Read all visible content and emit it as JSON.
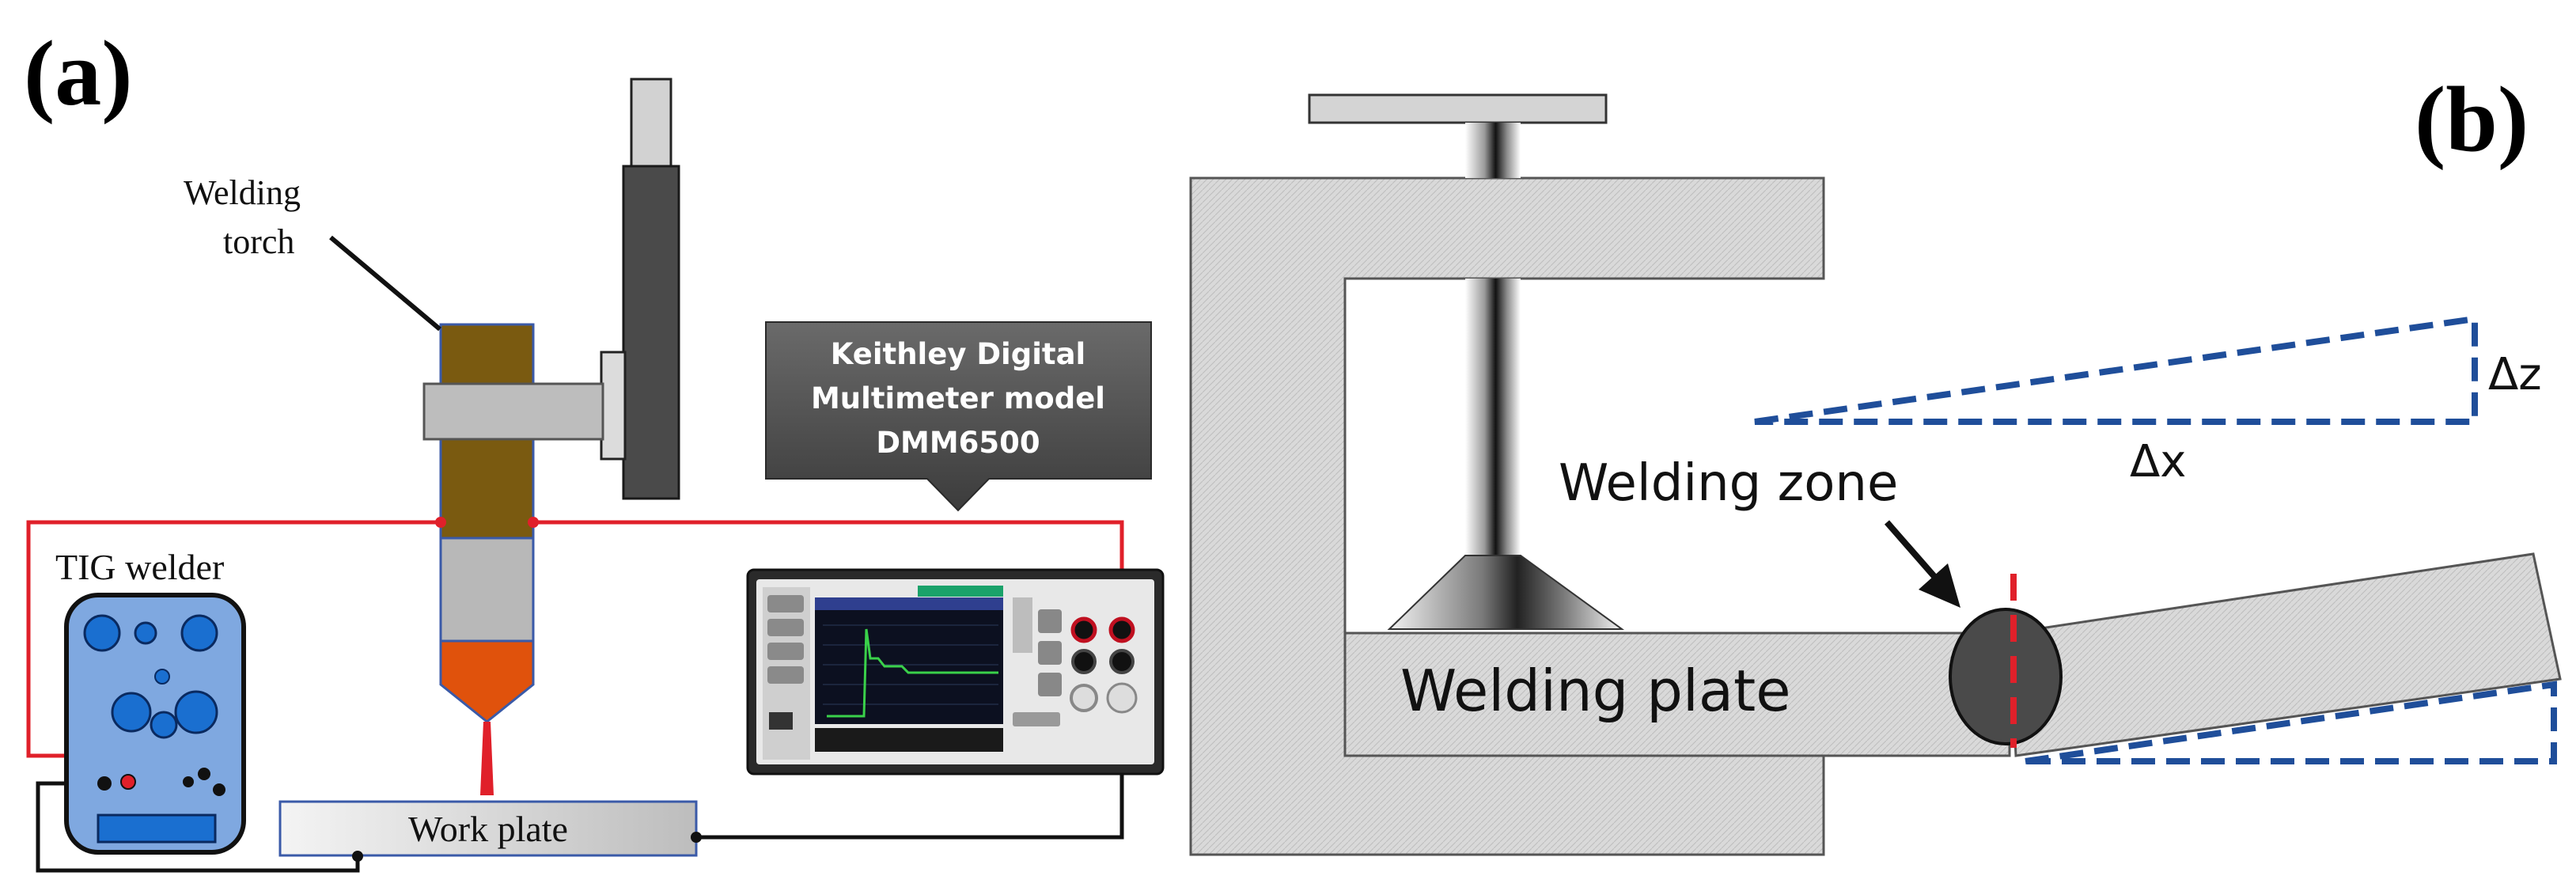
{
  "panel_a": {
    "label": "(a)",
    "torch_label_line1": "Welding",
    "torch_label_line2": "torch",
    "tig_label": "TIG welder",
    "work_plate_label": "Work plate",
    "callout_line1": "Keithley Digital",
    "callout_line2": "Multimeter model",
    "callout_line3": "DMM6500"
  },
  "panel_b": {
    "label": "(b)",
    "welding_zone_label": "Welding zone",
    "welding_plate_label": "Welding plate",
    "dz_label": "Δz",
    "dx_label": "Δx"
  },
  "colors": {
    "circuit_red": "#e0202a",
    "wire_black": "#111111",
    "torch_brown": "#7a5a10",
    "torch_tip_orange": "#e0520c",
    "tig_blue": "#7fa8e0",
    "tig_dark_blue": "#1a6fd0",
    "callout_gray": "#4a4a4a",
    "deflection_blue": "#1f4e9a",
    "clamp_gray": "#d4d4d4"
  }
}
